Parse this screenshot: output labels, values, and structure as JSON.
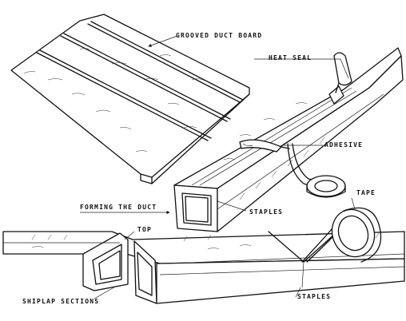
{
  "labels": {
    "grooved_duct_board": "GROOVED DUCT BOARD",
    "heat_seal": "HEAT SEAL",
    "adhesive": "ADHESIVE",
    "tape": "TAPE",
    "forming_the_duct": "FORMING THE DUCT",
    "staples_upper": "STAPLES",
    "top": "TOP",
    "shiplap_sections": "SHIPLAP SECTIONS",
    "staples_lower": "STAPLES"
  }
}
